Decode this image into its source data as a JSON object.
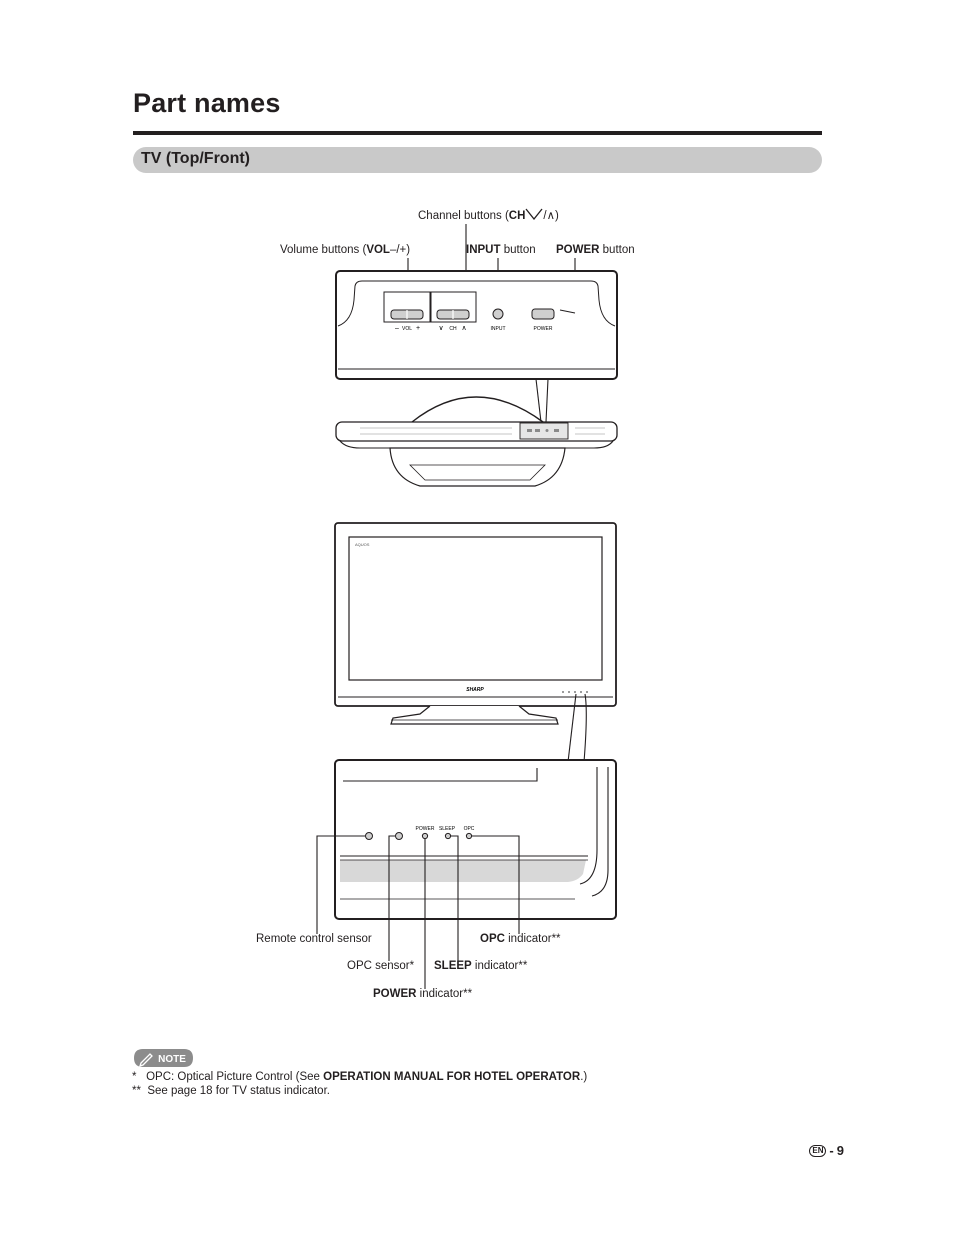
{
  "page": {
    "title": "Part names",
    "section_title": "TV (Top/Front)",
    "page_number": "9",
    "language_badge": "EN",
    "page_separator": "-"
  },
  "top_callouts": {
    "channel_buttons": {
      "prefix": "Channel buttons (",
      "bold": "CH",
      "suffix": "/∧)"
    },
    "volume_buttons": {
      "prefix": "Volume buttons (",
      "bold": "VOL",
      "suffix": "–/+)"
    },
    "input_button": {
      "bold": "INPUT",
      "suffix": " button"
    },
    "power_button": {
      "bold": "POWER",
      "suffix": " button"
    }
  },
  "panel_labels": {
    "vol": "VOL",
    "ch": "CH",
    "input": "INPUT",
    "power": "POWER",
    "minus": "–",
    "plus": "+",
    "ch_down": "∨",
    "ch_up": "∧"
  },
  "front_labels": {
    "brand": "SHARP",
    "model": "AQUOS"
  },
  "indicator_panel_labels": {
    "power": "POWER",
    "sleep": "SLEEP",
    "opc": "OPC"
  },
  "bottom_callouts": {
    "remote_sensor": "Remote control sensor",
    "opc_sensor": "OPC sensor*",
    "opc_indicator": {
      "bold": "OPC",
      "suffix": " indicator**"
    },
    "sleep_indicator": {
      "bold": "SLEEP",
      "suffix": " indicator**"
    },
    "power_indicator": {
      "bold": "POWER",
      "suffix": " indicator**"
    }
  },
  "note": {
    "badge": "NOTE",
    "footnote1": {
      "marker": "*",
      "text": "OPC: Optical Picture Control (See ",
      "bold": "OPERATION MANUAL FOR HOTEL OPERATOR",
      "suffix": ".)"
    },
    "footnote2": {
      "marker": "**",
      "text": "See page 18 for TV status indicator."
    }
  }
}
